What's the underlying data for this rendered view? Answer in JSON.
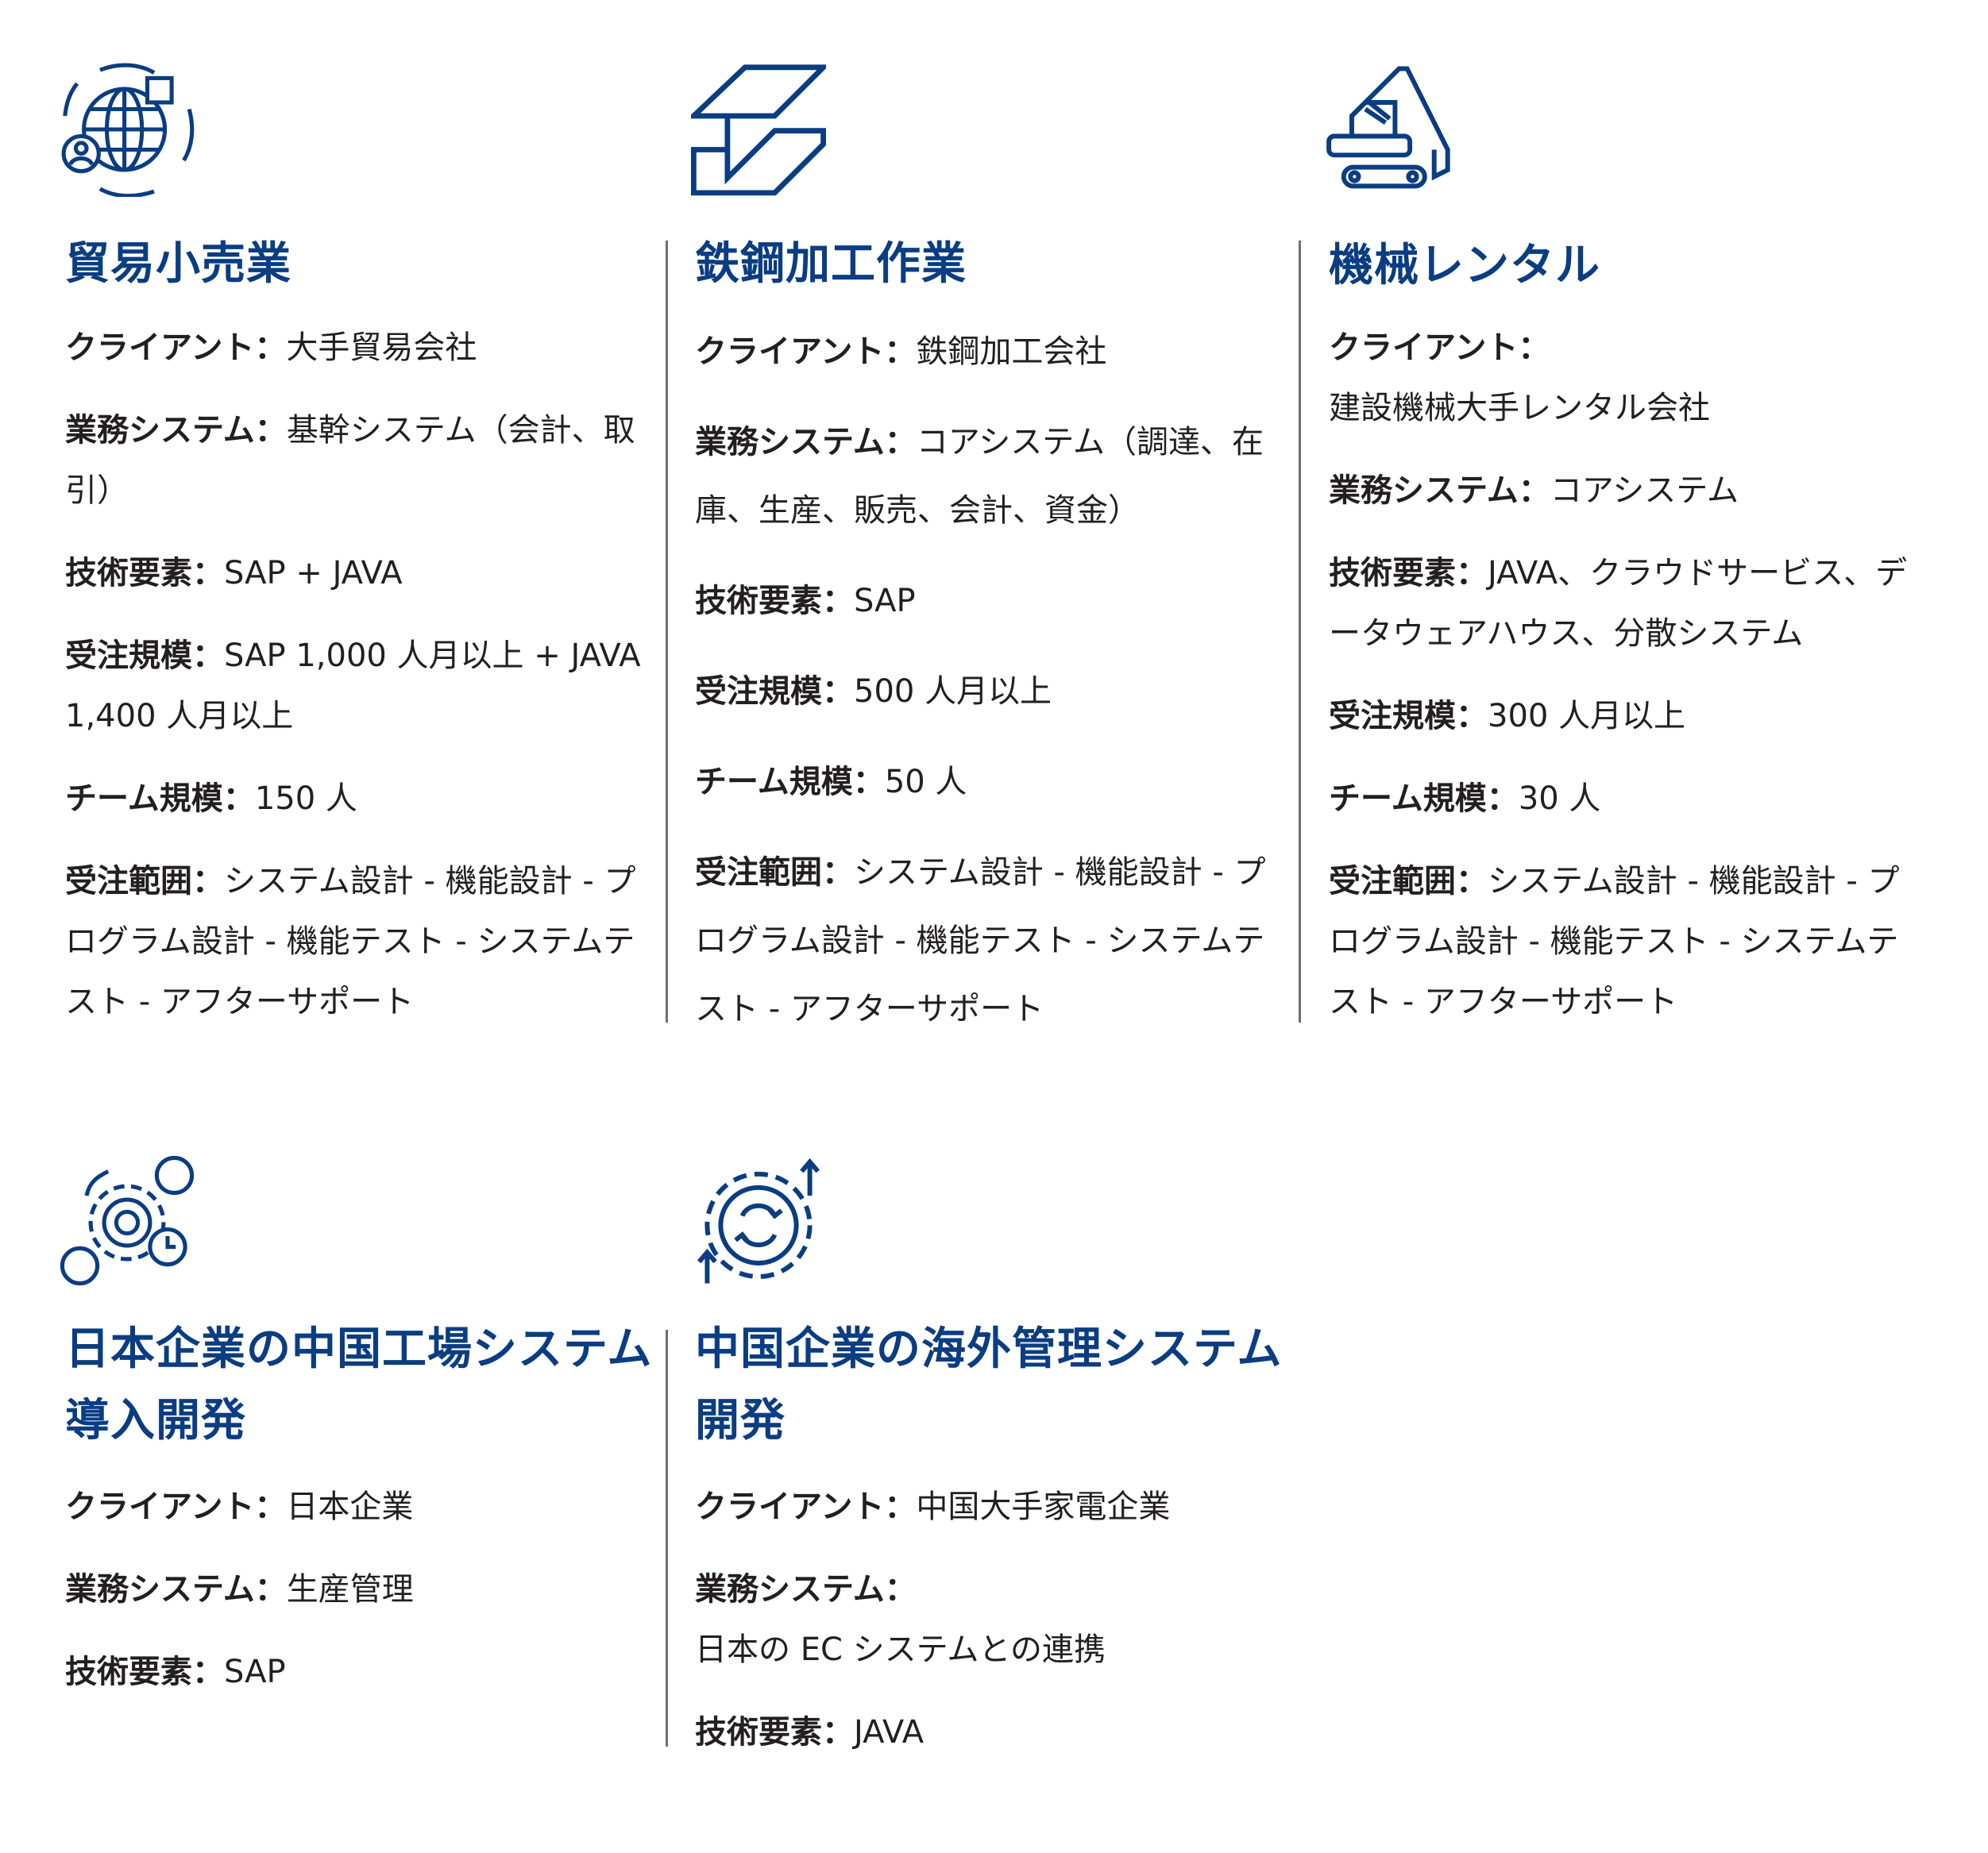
{
  "sections": [
    {
      "title": "貿易小売業",
      "icon": "globe-logistics-icon",
      "items": [
        {
          "label": "クライアント：",
          "value": "大手貿易会社"
        },
        {
          "label": "業務システム：",
          "value": "基幹システム（会計、取引）"
        },
        {
          "label": "技術要素：",
          "value": "SAP + JAVA"
        },
        {
          "label": "受注規模：",
          "value": "SAP 1,000 人月以上 + JAVA 1,400 人月以上"
        },
        {
          "label": "チーム規模：",
          "value": "150 人"
        },
        {
          "label": "受注範囲：",
          "value": "システム設計 - 機能設計 - プログラム設計 - 機能テスト - システムテスト - アフターサポート"
        }
      ]
    },
    {
      "title": "鉄鋼加工作業",
      "icon": "steel-beam-icon",
      "items": [
        {
          "label": "クライアント：",
          "value": "鉄鋼加工会社"
        },
        {
          "label": "業務システム：",
          "value": "コアシステム（調達、在庫、生産、販売、会計、資金）"
        },
        {
          "label": "技術要素：",
          "value": "SAP"
        },
        {
          "label": "受注規模：",
          "value": "500 人月以上"
        },
        {
          "label": "チーム規模：",
          "value": "50 人"
        },
        {
          "label": "受注範囲：",
          "value": "システム設計 - 機能設計 - プログラム設計 - 機能テスト - システムテスト - アフターサポート"
        }
      ]
    },
    {
      "title": "機械レンタル",
      "icon": "excavator-icon",
      "items": [
        {
          "label": "クライアント：",
          "value": "建設機械大手レンタル会社"
        },
        {
          "label": "業務システム：",
          "value": "コアシステム"
        },
        {
          "label": "技術要素：",
          "value": "JAVA、クラウドサービス、データウェアハウス、分散システム"
        },
        {
          "label": "受注規模：",
          "value": "300 人月以上"
        },
        {
          "label": "チーム規模：",
          "value": "30 人"
        },
        {
          "label": "受注範囲：",
          "value": "システム設計 - 機能設計 - プログラム設計 - 機能テスト - システムテスト - アフターサポート"
        }
      ]
    },
    {
      "title": "日本企業の中国工場システム導入開発",
      "icon": "gear-cubes-icon",
      "items": [
        {
          "label": "クライアント：",
          "value": "日本企業"
        },
        {
          "label": "業務システム：",
          "value": "生産管理"
        },
        {
          "label": "技術要素：",
          "value": "SAP"
        }
      ]
    },
    {
      "title": "中国企業の海外管理システム開発",
      "icon": "gear-exchange-icon",
      "items": [
        {
          "label": "クライアント：",
          "value": "中国大手家電企業"
        },
        {
          "label": "業務システム：",
          "value": "日本の EC システムとの連携"
        },
        {
          "label": "技術要素：",
          "value": "JAVA"
        }
      ]
    }
  ],
  "colors": {
    "accent": "#0a3d82",
    "text": "#231f20",
    "divider": "#6d6e71"
  }
}
